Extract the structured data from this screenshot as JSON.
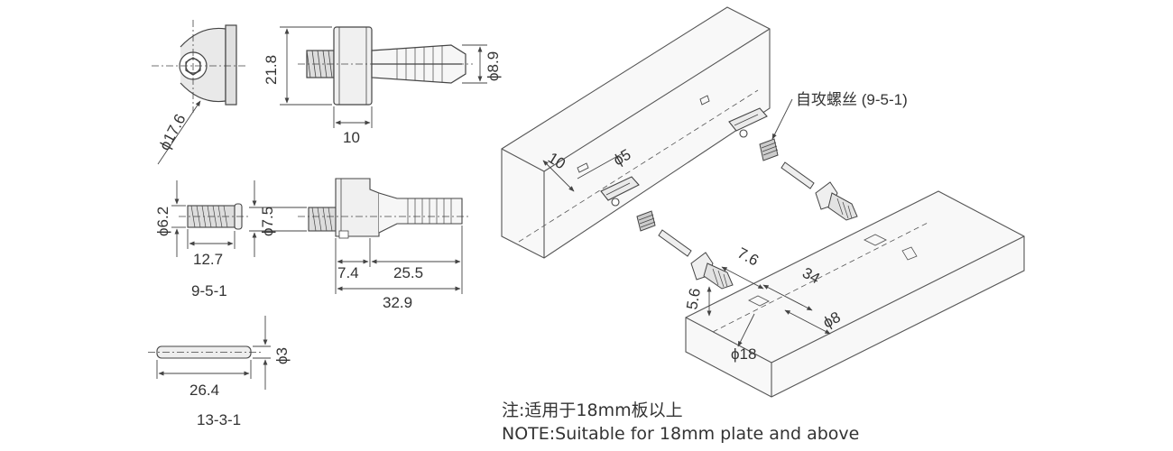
{
  "parts": {
    "nut": {
      "diameter": "ϕ17.6",
      "height": "21.8",
      "width": "10",
      "hole": "ϕ8.9"
    },
    "screw": {
      "diameter": "ϕ6.2",
      "length": "12.7",
      "code": "9-5-1"
    },
    "bolt": {
      "diameter": "ϕ7.5",
      "head": "7.4",
      "shank": "25.5",
      "total": "32.9"
    },
    "pin": {
      "length": "26.4",
      "diameter": "ϕ3",
      "code": "13-3-1"
    }
  },
  "assembly": {
    "callout": "自攻螺丝 (9-5-1)",
    "edge_offset": "10",
    "hole_diameter": "ϕ5",
    "depth": "7.6",
    "spacing": "34",
    "offset": "5.6",
    "pin_hole": "ϕ8",
    "cam_hole": "ϕ18"
  },
  "notes": {
    "chinese": "注:适用于18mm板以上",
    "english": "NOTE:Suitable for 18mm plate and above"
  }
}
